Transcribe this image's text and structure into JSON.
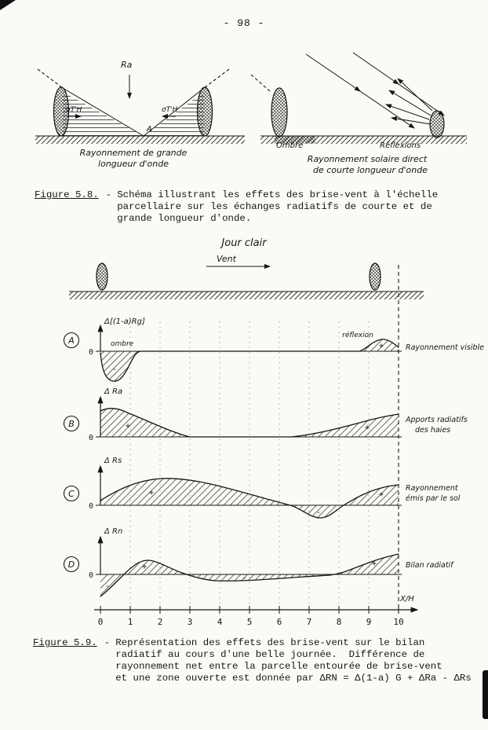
{
  "page": {
    "number": "- 98 -"
  },
  "fig58": {
    "left": {
      "ra": "Ra",
      "sigma_left": "σT'H",
      "sigma_right": "σT'H",
      "apex": "A",
      "caption": [
        "Rayonnement de grande",
        "longueur d'onde"
      ]
    },
    "right": {
      "ombre": "Ombre",
      "reflexions": "Réflexions",
      "caption": [
        "Rayonnement solaire direct",
        "de courte longueur d'onde"
      ]
    },
    "caption": {
      "label": "Figure 5.8.",
      "sep": "-",
      "lines": [
        "Schéma illustrant les effets des brise-vent à l'échelle",
        "parcellaire sur les échanges radiatifs de courte et de",
        "grande longueur d'onde."
      ]
    }
  },
  "fig59": {
    "title": "Jour clair",
    "wind": "Vent",
    "xlabel": "X/H",
    "ticks": [
      "0",
      "1",
      "2",
      "3",
      "4",
      "5",
      "6",
      "7",
      "8",
      "9",
      "10"
    ],
    "panels": [
      {
        "letter": "A",
        "ylabel": "Δ[(1-a)Rg]",
        "zero": "0",
        "right": [
          "Rayonnement visible"
        ],
        "annotations": [
          "ombre",
          "réflexion"
        ],
        "signs": [
          "-",
          "+"
        ]
      },
      {
        "letter": "B",
        "ylabel": "Δ Ra",
        "zero": "0",
        "right": [
          "Apports radiatifs",
          "des haies"
        ],
        "signs": [
          "+",
          "+"
        ]
      },
      {
        "letter": "C",
        "ylabel": "Δ Rs",
        "zero": "0",
        "right": [
          "Rayonnement",
          "émis par le sol"
        ],
        "signs": [
          "+",
          "-",
          "+"
        ]
      },
      {
        "letter": "D",
        "ylabel": "Δ Rn",
        "zero": "0",
        "right": [
          "Bilan radiatif"
        ],
        "signs": [
          "-",
          "+",
          "-",
          "+"
        ]
      }
    ],
    "caption": {
      "label": "Figure 5.9.",
      "sep": "-",
      "lines": [
        "Représentation des effets des brise-vent sur le bilan",
        "radiatif au cours d'une belle journée.  Différence de",
        "rayonnement net entre la parcelle entourée de brise-vent",
        "et une zone ouverte est donnée par ΔRN = Δ(1-a) G + ΔRa - ΔRs"
      ]
    }
  },
  "chart_data": {
    "type": "line",
    "title": "Jour clair — effets des brise-vent sur le bilan radiatif",
    "xlabel": "X/H",
    "xlim": [
      0,
      10
    ],
    "x_ticks": [
      0,
      1,
      2,
      3,
      4,
      5,
      6,
      7,
      8,
      9,
      10
    ],
    "grid": "dashed vertical lines at integer X/H, windbreaks at X/H = 0 and 10",
    "panels": [
      {
        "id": "A",
        "ylabel": "Δ[(1-a)Rg]",
        "label": "Rayonnement visible",
        "x": [
          0,
          0.3,
          0.6,
          1.0,
          1.4,
          8.7,
          9.2,
          9.6,
          10
        ],
        "y": [
          -0.05,
          -1.0,
          -0.9,
          -0.3,
          0,
          0,
          0.35,
          0.4,
          0.15
        ],
        "annotations": [
          "ombre (-) près de X/H=0",
          "réflexion (+) près de X/H=10"
        ]
      },
      {
        "id": "B",
        "ylabel": "Δ Ra",
        "label": "Apports radiatifs des haies",
        "x": [
          0,
          0.8,
          2,
          3,
          6.4,
          8,
          9,
          10
        ],
        "y": [
          0.9,
          1.0,
          0.5,
          0,
          0,
          0.25,
          0.55,
          0.8
        ],
        "annotations": [
          "+ de 0 à 3",
          "+ de 7 à 10"
        ]
      },
      {
        "id": "C",
        "ylabel": "Δ Rs",
        "label": "Rayonnement émis par le sol",
        "x": [
          0,
          1,
          2,
          4,
          6.4,
          7.6,
          8.5,
          9.2,
          10
        ],
        "y": [
          0.15,
          0.8,
          0.95,
          0.7,
          0,
          -0.45,
          0,
          0.4,
          0.75
        ],
        "annotations": [
          "+ de 0 à 6.4",
          "- autour de 7.6",
          "+ de 8.5 à 10"
        ]
      },
      {
        "id": "D",
        "ylabel": "Δ Rn",
        "label": "Bilan radiatif",
        "x": [
          0,
          0.9,
          1.6,
          2.9,
          4,
          6,
          8,
          9.5,
          10
        ],
        "y": [
          -0.8,
          0,
          0.5,
          0,
          -0.22,
          -0.2,
          0,
          0.65,
          0.75
        ],
        "annotations": [
          "- près de 0",
          "+ de 0.9 à 2.9",
          "- de 3 à 8",
          "+ de 8 à 10"
        ]
      }
    ]
  }
}
